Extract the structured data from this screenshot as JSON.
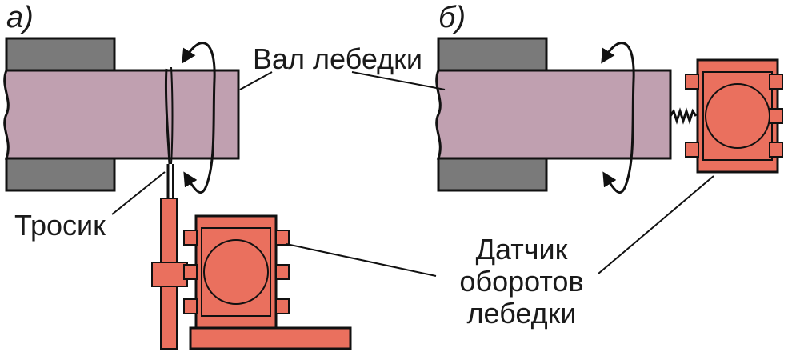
{
  "panels": {
    "a": {
      "label": "а)"
    },
    "b": {
      "label": "б)"
    }
  },
  "labels": {
    "shaft": "Вал лебедки",
    "cable": "Тросик",
    "sensor": [
      "Датчик",
      "оборотов",
      "лебедки"
    ]
  },
  "colors": {
    "shaft": "#c0a0b0",
    "support": "#7a7a7a",
    "sensor": "#ea705e",
    "stroke": "#111111"
  }
}
